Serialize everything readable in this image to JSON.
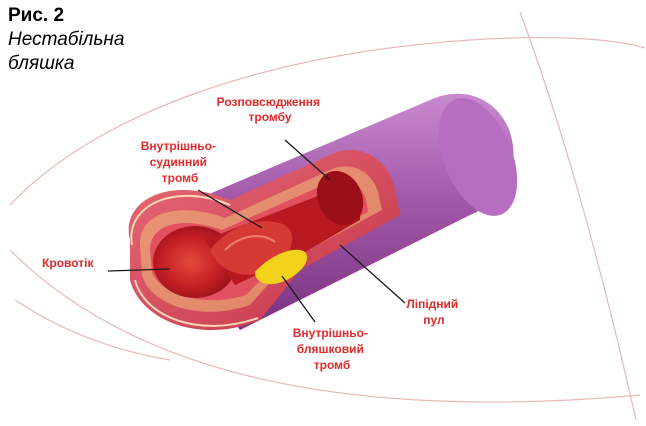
{
  "figure": {
    "number_label": "Рис. 2",
    "title_line1": "Нестабільна",
    "title_line2": "бляшка"
  },
  "labels": {
    "rupture": [
      "Розповсюдження",
      "тромбу"
    ],
    "intravascular_thrombus": [
      "Внутрішньо-",
      "судинний",
      "тромб"
    ],
    "blood_flow": [
      "Кровотік"
    ],
    "lipid_core": [
      "Ліпідний",
      "пул"
    ],
    "intraplaque_thrombus": [
      "Внутрішньо-",
      "бляшковий",
      "тромб"
    ]
  },
  "colors": {
    "label_text": "#e02a2a",
    "vessel_outer": "#a85aa8",
    "vessel_wall": "#d94a5c",
    "lumen": "#c81e2a",
    "lipid": "#f2d21a",
    "background_curve": "#e8b8b8"
  }
}
